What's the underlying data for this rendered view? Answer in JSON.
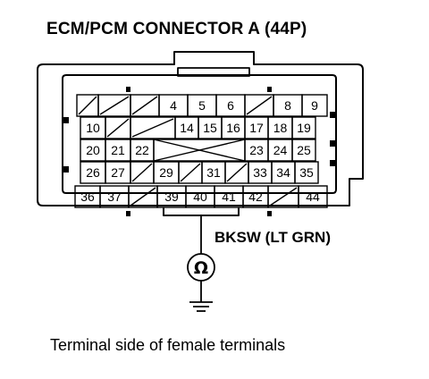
{
  "title": "ECM/PCM CONNECTOR A (44P)",
  "wire_label": "BKSW (LT GRN)",
  "caption": "Terminal side of female terminals",
  "meter_symbol": "Ω",
  "rows": [
    [
      "",
      "",
      "",
      "4",
      "5",
      "6",
      "",
      "8",
      "9"
    ],
    [
      "10",
      "",
      "",
      "14",
      "15",
      "16",
      "17",
      "18",
      "19"
    ],
    [
      "20",
      "21",
      "22",
      "",
      "",
      "",
      "23",
      "24",
      "25"
    ],
    [
      "26",
      "27",
      "",
      "29",
      "",
      "31",
      "",
      "33",
      "34",
      "35"
    ],
    [
      "36",
      "37",
      "",
      "39",
      "40",
      "41",
      "42",
      "",
      "44"
    ]
  ]
}
